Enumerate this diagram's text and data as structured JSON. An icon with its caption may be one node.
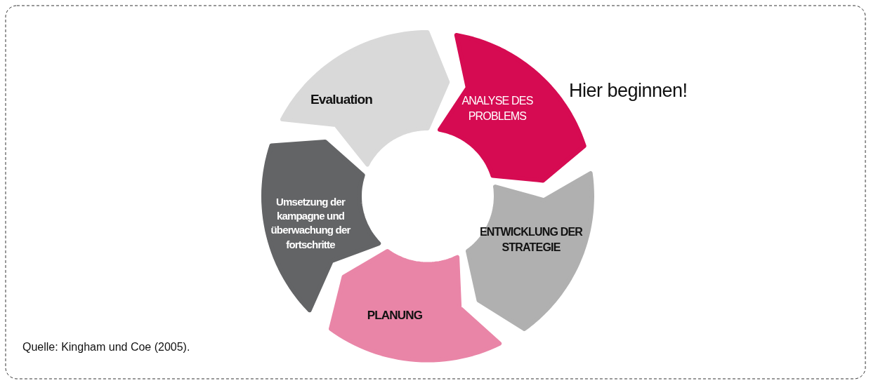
{
  "diagram": {
    "caption": "Quelle: Kingham und Coe (2005).",
    "nodes": [
      {
        "text": [
          "ANALYSE DES PROBLEMS"
        ]
      },
      {
        "text": [
          "ENTWICKLUNG DER STRATEGIE"
        ]
      },
      {
        "text": [
          "PLANUNG"
        ]
      },
      {
        "text": [
          "Umsetzung der kampagne und überwachung der fortschritte"
        ]
      },
      {
        "text": [
          "Evaluation"
        ]
      }
    ],
    "labels": [
      "Hier beginnen!"
    ]
  }
}
